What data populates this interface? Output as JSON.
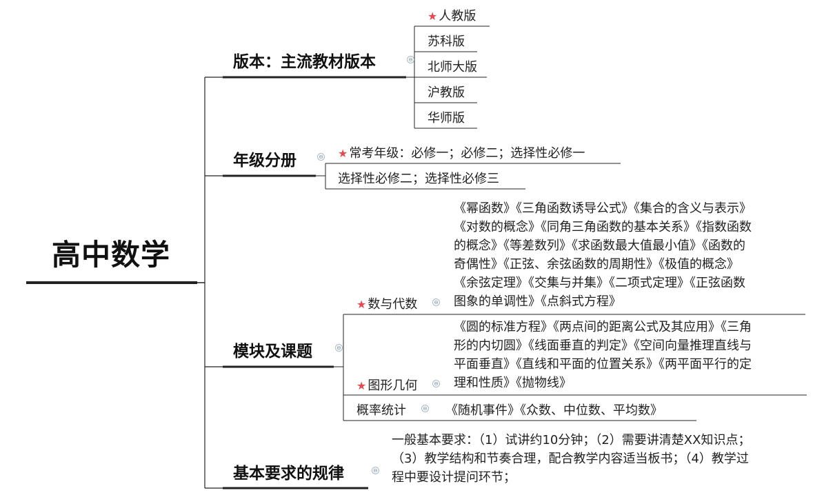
{
  "root": {
    "title": "高中数学"
  },
  "collapse_glyph": "⊖",
  "branches": {
    "version": {
      "label": "版本：主流教材版本",
      "children": [
        "人教版",
        "苏科版",
        "北师大版",
        "沪教版",
        "华师版"
      ]
    },
    "grade": {
      "label": "年级分册",
      "items": [
        "常考年级：必修一；必修二；选择性必修一",
        "选择性必修二；选择性必修三"
      ]
    },
    "modules": {
      "label": "模块及课题",
      "algebra": {
        "label": "数与代数",
        "lines": [
          "《幂函数》《三角函数诱导公式》《集合的含义与表示》",
          "《对数的概念》《同角三角函数的基本关系》《指数函数",
          "的概念》《等差数列》《求函数最大值最小值》《函数的",
          "奇偶性》《正弦、余弦函数的周期性》《极值的概念》",
          "《余弦定理》《交集与并集》《二项式定理》《正弦函数",
          "图象的单调性》《点斜式方程》"
        ]
      },
      "geometry": {
        "label": "图形几何",
        "lines": [
          "《圆的标准方程》《两点间的距离公式及其应用》《三角",
          "形的内切圆》《线面垂直的判定》《空间向量推理直线与",
          "平面垂直》《直线和平面的位置关系》《两平面平行的定",
          "理和性质》《抛物线》"
        ]
      },
      "probability": {
        "label": "概率统计",
        "text": "《随机事件》《众数、中位数、平均数》"
      }
    },
    "requirements": {
      "label": "基本要求的规律",
      "lines": [
        "一般基本要求：（1）试讲约10分钟；（2）需要讲清楚XX知识点；",
        "（3）教学结构和节奏合理，配合教学内容适当板书；（4）教学过",
        "程中要设计提问环节；"
      ]
    }
  },
  "colors": {
    "line": "#222222",
    "star": "#e8484f",
    "collapse": "#7d93aa"
  }
}
